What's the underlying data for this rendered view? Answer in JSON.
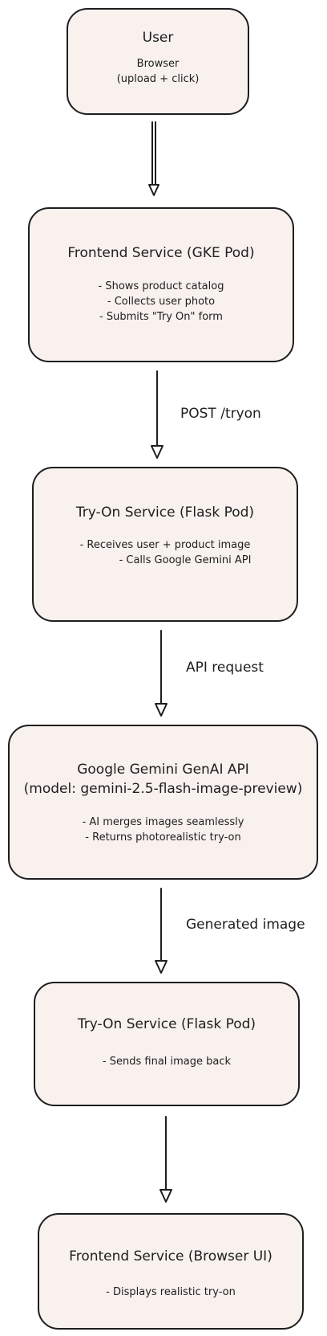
{
  "nodes": {
    "user": {
      "title": "User",
      "lines": [
        "Browser",
        "(upload + click)"
      ]
    },
    "frontend": {
      "title": "Frontend Service (GKE Pod)",
      "lines": [
        "- Shows product catalog",
        "- Collects user photo",
        "- Submits \"Try On\" form"
      ]
    },
    "tryon1": {
      "title": "Try-On Service (Flask Pod)",
      "lines": [
        "- Receives user + product image",
        "- Calls Google Gemini API"
      ]
    },
    "gemini": {
      "title_lines": [
        "Google Gemini GenAI API",
        "(model: gemini-2.5-flash-image-preview)"
      ],
      "lines": [
        "- AI merges images seamlessly",
        "- Returns photorealistic try-on"
      ]
    },
    "tryon2": {
      "title": "Try-On Service (Flask Pod)",
      "lines": [
        "- Sends final image back"
      ]
    },
    "frontend_ui": {
      "title": "Frontend Service (Browser UI)",
      "lines": [
        "- Displays realistic try-on"
      ]
    }
  },
  "edges": {
    "frontend_to_tryon": "POST /tryon",
    "tryon_to_gemini": "API request",
    "gemini_to_tryon": "Generated image"
  }
}
